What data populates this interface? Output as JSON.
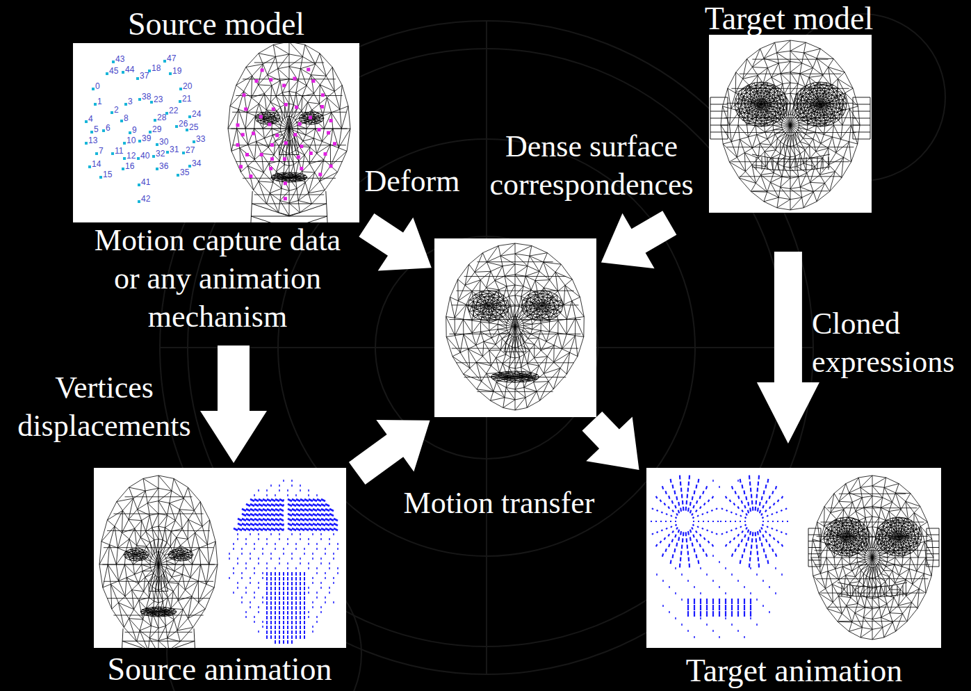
{
  "diagram": {
    "nodes": [
      {
        "text": [
          "Source model",
          "Motion capture data or any animation mechanism"
        ]
      },
      {
        "text": [
          "Target model"
        ]
      },
      {
        "text": []
      },
      {
        "text": [
          "Source animation"
        ]
      },
      {
        "text": [
          "Target animation"
        ]
      }
    ],
    "edges": [
      {
        "from": 0,
        "to": 2,
        "arrow": "to",
        "label": "Deform"
      },
      {
        "from": 1,
        "to": 2,
        "arrow": "to",
        "label": "Dense surface correspondences"
      },
      {
        "from": 0,
        "to": 3,
        "arrow": "to",
        "label": "Vertices displacements"
      },
      {
        "from": 3,
        "to": 2,
        "arrow": "to",
        "label": "Motion transfer"
      },
      {
        "from": 2,
        "to": 4,
        "arrow": "to"
      },
      {
        "from": 1,
        "to": 4,
        "arrow": "to",
        "label": "Cloned expressions"
      }
    ],
    "labels": [
      "43",
      "47",
      "45",
      "44",
      "18",
      "37",
      "19",
      "0",
      "20",
      "38",
      "23",
      "21",
      "1",
      "3",
      "2",
      "22",
      "24",
      "28",
      "4",
      "8",
      "26",
      "25",
      "5",
      "6",
      "9",
      "29",
      "10",
      "39",
      "30",
      "13",
      "33",
      "7",
      "11",
      "12",
      "40",
      "32",
      "31",
      "27",
      "14",
      "16",
      "36",
      "34",
      "35",
      "15",
      "41",
      "42"
    ]
  }
}
